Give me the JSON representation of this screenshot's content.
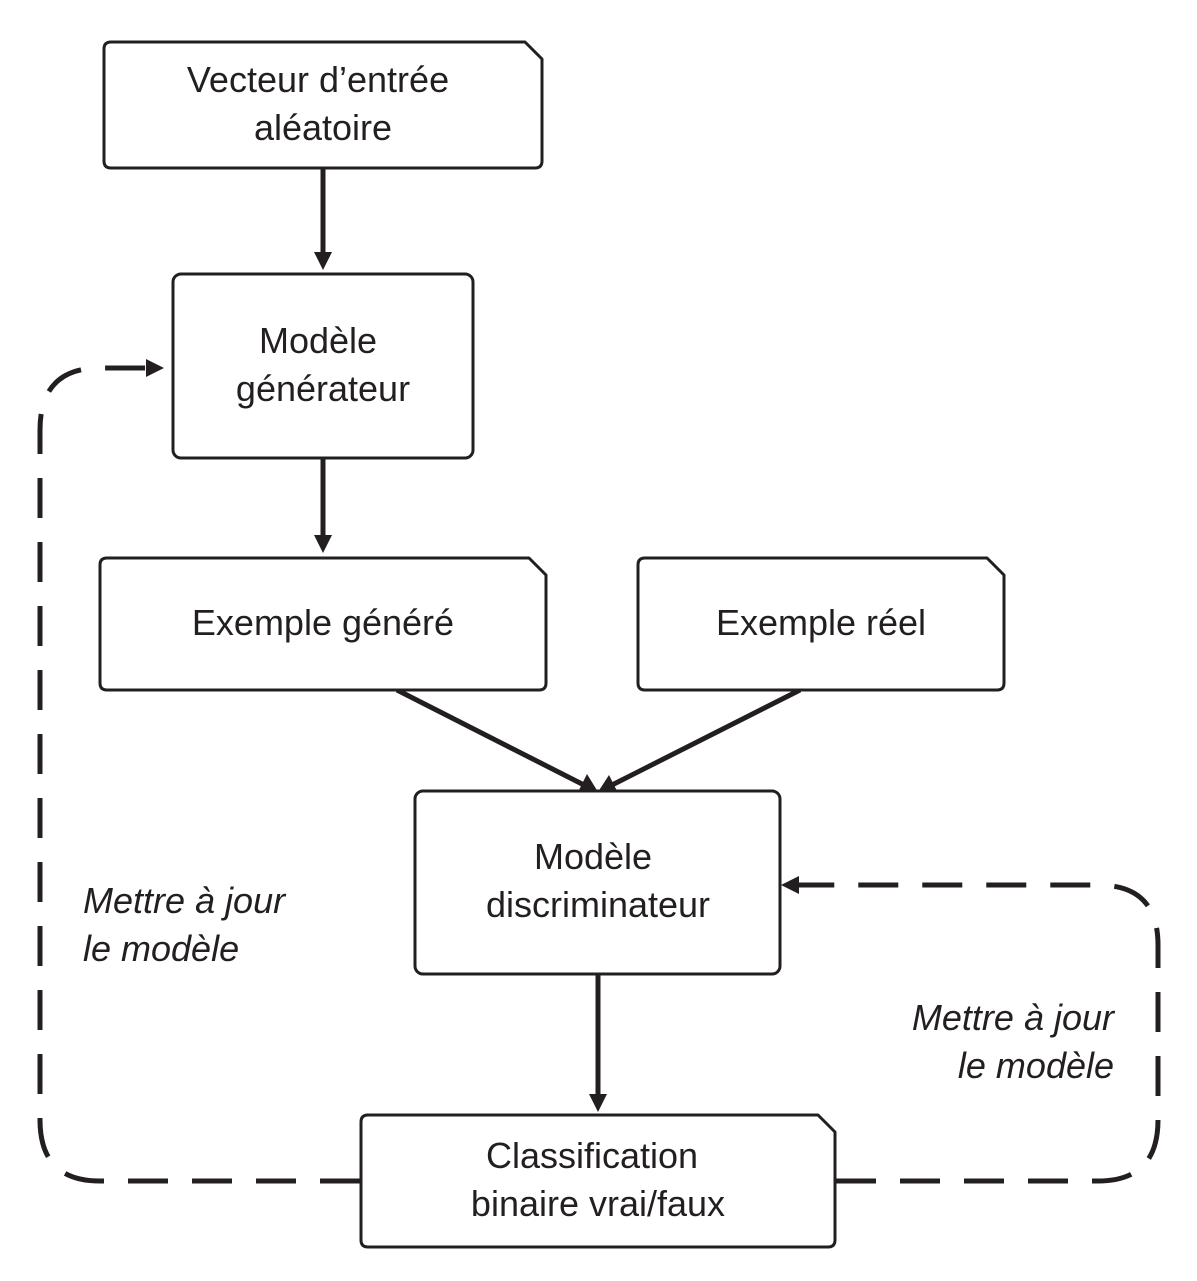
{
  "nodes": {
    "random_input": [
      "Vecteur d’entrée",
      "aléatoire"
    ],
    "generator": [
      "Modèle",
      "générateur"
    ],
    "generated_example": [
      "Exemple généré"
    ],
    "real_example": [
      "Exemple réel"
    ],
    "discriminator": [
      "Modèle",
      "discriminateur"
    ],
    "classification": [
      "Classification",
      "binaire vrai/faux"
    ]
  },
  "feedback": {
    "left_label": [
      "Mettre à jour",
      "le modèle"
    ],
    "right_label": [
      "Mettre à jour",
      "le modèle"
    ]
  },
  "colors": {
    "ink": "#231f20",
    "background": "#ffffff"
  }
}
